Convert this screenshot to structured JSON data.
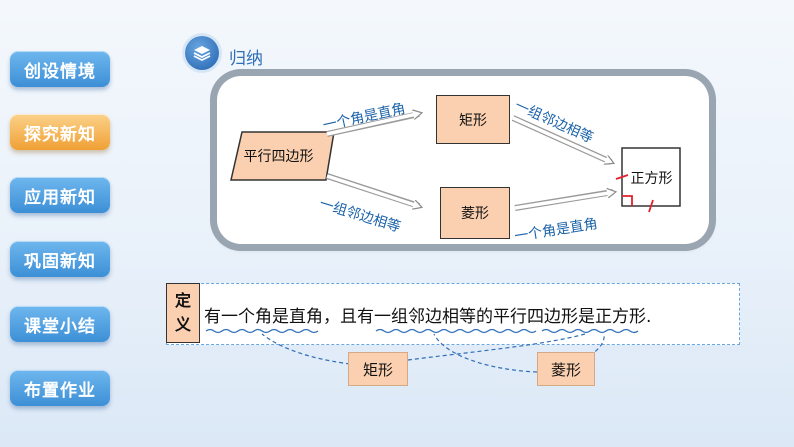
{
  "sidebar": {
    "items": [
      {
        "label": "创设情境",
        "active": false
      },
      {
        "label": "探究新知",
        "active": true
      },
      {
        "label": "应用新知",
        "active": false
      },
      {
        "label": "巩固新知",
        "active": false
      },
      {
        "label": "课堂小结",
        "active": false
      },
      {
        "label": "布置作业",
        "active": false
      }
    ]
  },
  "section": {
    "title": "归纳",
    "icon": "layers-icon"
  },
  "diagram": {
    "parallelogram": "平行四边形",
    "rectangle": "矩形",
    "rhombus": "菱形",
    "square": "正方形",
    "label_right_angle_top": "一个角是直角",
    "label_adjacent_equal_bottom": "一组邻边相等",
    "label_adjacent_equal_top": "一组邻边相等",
    "label_right_angle_bottom": "一个角是直角"
  },
  "definition": {
    "tag_top": "定",
    "tag_bottom": "义",
    "text": "有一个角是直角，且有一组邻边相等的平行四边形是正方形.",
    "rectangle_tag": "矩形",
    "rhombus_tag": "菱形"
  },
  "colors": {
    "nav_blue": "#3c8fd6",
    "nav_active": "#f0a035",
    "box_fill": "#fbd0b0",
    "label_blue": "#1a62a8",
    "mark_red": "#e0202a"
  }
}
